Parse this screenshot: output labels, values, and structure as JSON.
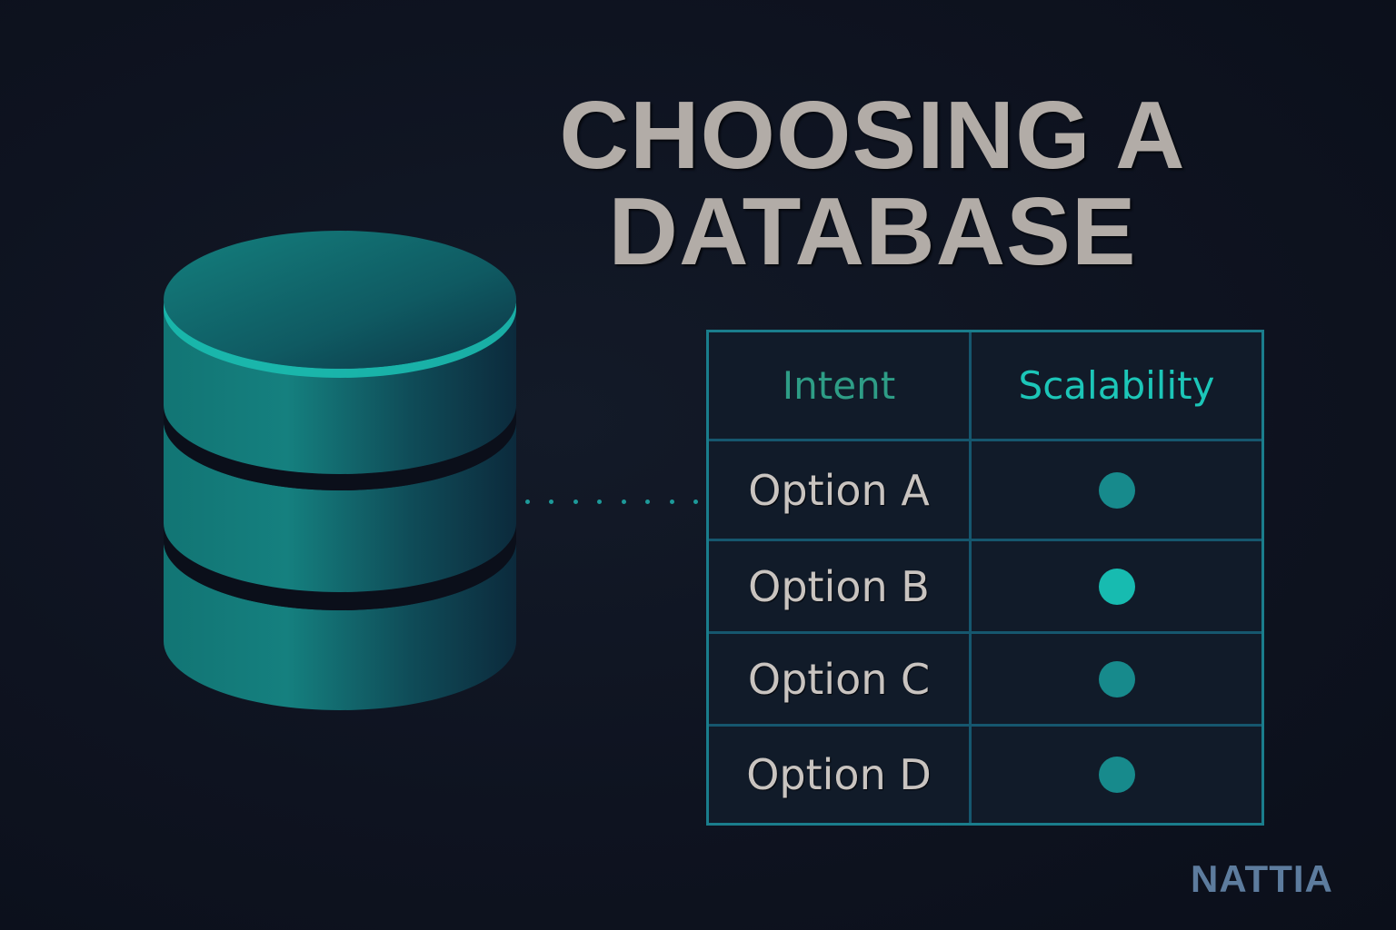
{
  "title": {
    "line1": "CHOOSING A",
    "line2": "DATABASE"
  },
  "illustration": {
    "icon": "database-cylinder-icon",
    "colors": {
      "body_light": "#17807f",
      "body_dark": "#0c2a3a",
      "rim_highlight": "#1cc8b8"
    }
  },
  "table": {
    "headers": [
      "Intent",
      "Scalability"
    ],
    "rows": [
      {
        "label": "Option A",
        "indicator_color": "#178a8c"
      },
      {
        "label": "Option B",
        "indicator_color": "#17bbb0"
      },
      {
        "label": "Option C",
        "indicator_color": "#178a8c"
      },
      {
        "label": "Option D",
        "indicator_color": "#178a8c"
      }
    ],
    "border_color": "#1a7d8c"
  },
  "brand": "NATTIA",
  "colors": {
    "background": "#0e1320",
    "title": "#b2aca7",
    "accent": "#1cc6b8",
    "brand": "#5d7c9e"
  }
}
